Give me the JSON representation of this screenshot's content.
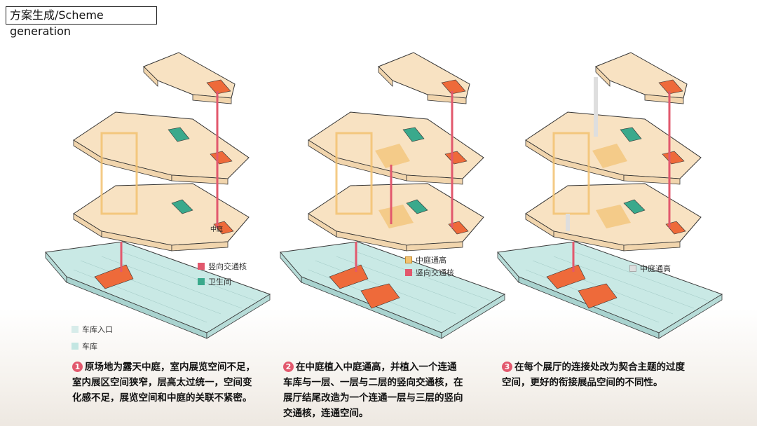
{
  "header": {
    "title_line1": "方案生成/Scheme",
    "title_line2": "generation"
  },
  "panels": [
    {
      "id": 1,
      "legend": [
        {
          "label": "竖向交通核",
          "color": "#e2586d"
        },
        {
          "label": "卫生间",
          "color": "#3aa98c"
        },
        {
          "label": "车库入口",
          "color": "#d7ecea"
        },
        {
          "label": "车库",
          "color": "#c3e6e2"
        }
      ],
      "tiny_label": "中庭",
      "number": "1",
      "caption_lines": [
        "原场地为露天中庭，室内展览空间不足，",
        "室内展区空间狭窄，层高太过统一，空间变",
        "化感不足，展览空间和中庭的关联不紧密。"
      ]
    },
    {
      "id": 2,
      "legend": [
        {
          "label": "中庭通高",
          "color": "#f2c271"
        },
        {
          "label": "竖向交通核",
          "color": "#e2586d"
        }
      ],
      "number": "2",
      "caption_lines": [
        "在中庭植入中庭通高，并植入一个连通",
        "车库与一层、一层与二层的竖向交通核，在",
        "展厅结尾改造为一个连通一层与三层的竖向",
        "交通核，连通空间。"
      ]
    },
    {
      "id": 3,
      "legend": [
        {
          "label": "中庭通高",
          "color": "#dcdcdc"
        }
      ],
      "number": "3",
      "caption_lines": [
        "在每个展厅的连接处改为契合主题的过度",
        "空间，更好的衔接展品空间的不同性。"
      ]
    }
  ],
  "colors": {
    "floor_fill": "#f8e2c2",
    "floor_edge": "#333333",
    "core": "#e2586d",
    "orange": "#ee6a3a",
    "garage": "#c9e9e5",
    "teal": "#3aa98c",
    "void_yellow": "#f2c271",
    "void_grey": "#dedede"
  }
}
